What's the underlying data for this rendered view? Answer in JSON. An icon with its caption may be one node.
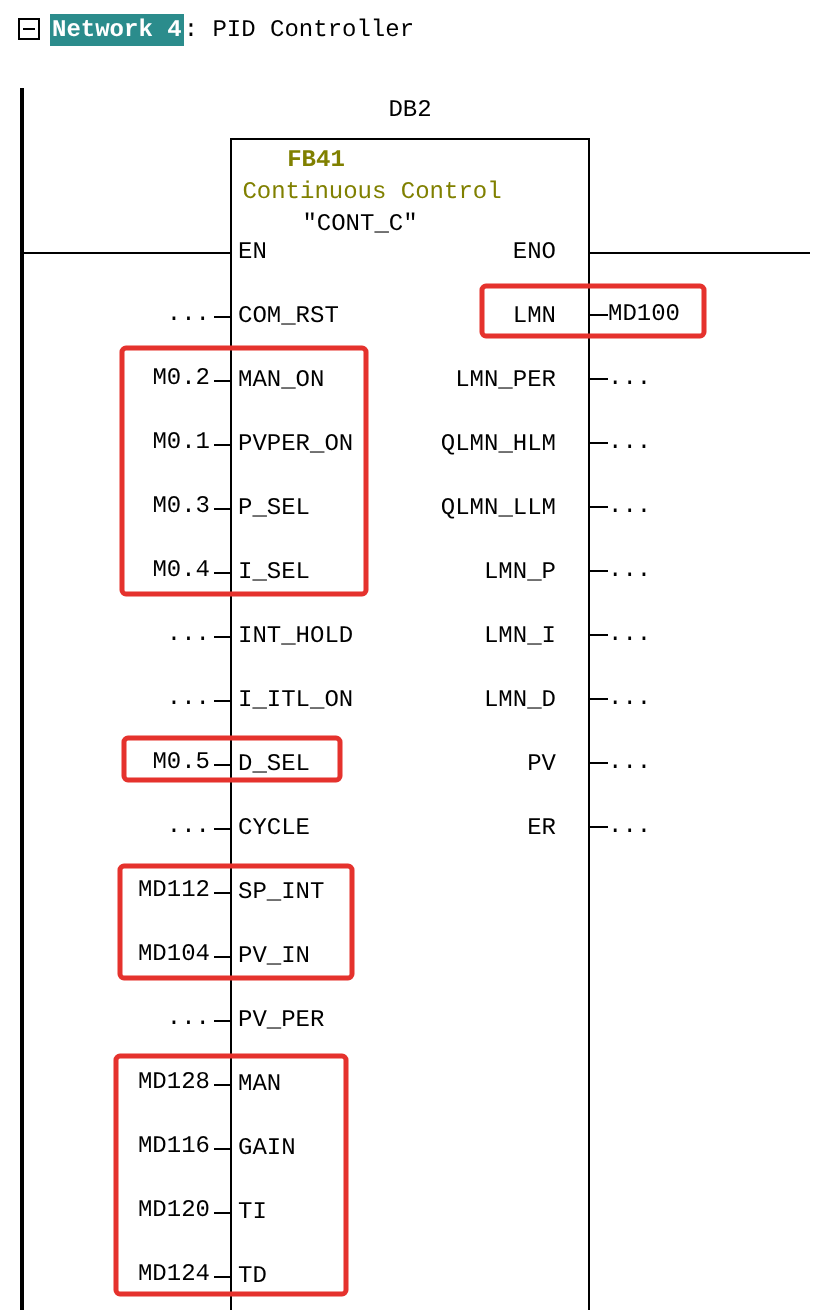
{
  "diagram": {
    "nodes": [
      {
        "text": [],
        "shape": "bar"
      },
      {
        "text": [
          "FB41",
          "Continuous Control",
          "″CONT_C″"
        ],
        "beside": [
          "DB2"
        ]
      },
      {
        "text": [
          "EN"
        ],
        "in": 1
      },
      {
        "text": [
          "ENO"
        ],
        "in": 1
      },
      {
        "text": [
          "..."
        ]
      },
      {
        "text": [
          "COM_RST"
        ],
        "in": 1
      },
      {
        "text": [
          "LMN"
        ],
        "in": 1
      },
      {
        "text": [
          "MD100"
        ]
      },
      {
        "text": [
          "M0.2"
        ]
      },
      {
        "text": [
          "MAN_ON"
        ],
        "in": 1
      },
      {
        "text": [
          "LMN_PER"
        ],
        "in": 1
      },
      {
        "text": [
          "..."
        ]
      },
      {
        "text": [
          "M0.1"
        ]
      },
      {
        "text": [
          "PVPER_ON"
        ],
        "in": 1
      },
      {
        "text": [
          "QLMN_HLM"
        ],
        "in": 1
      },
      {
        "text": [
          "..."
        ]
      },
      {
        "text": [
          "M0.3"
        ]
      },
      {
        "text": [
          "P_SEL"
        ],
        "in": 1
      },
      {
        "text": [
          "QLMN_LLM"
        ],
        "in": 1
      },
      {
        "text": [
          "..."
        ]
      },
      {
        "text": [
          "M0.4"
        ]
      },
      {
        "text": [
          "I_SEL"
        ],
        "in": 1
      },
      {
        "text": [
          "LMN_P"
        ],
        "in": 1
      },
      {
        "text": [
          "..."
        ]
      },
      {
        "text": [
          "..."
        ]
      },
      {
        "text": [
          "INT_HOLD"
        ],
        "in": 1
      },
      {
        "text": [
          "LMN_I"
        ],
        "in": 1
      },
      {
        "text": [
          "..."
        ]
      },
      {
        "text": [
          "..."
        ]
      },
      {
        "text": [
          "I_ITL_ON"
        ],
        "in": 1
      },
      {
        "text": [
          "LMN_D"
        ],
        "in": 1
      },
      {
        "text": [
          "..."
        ]
      },
      {
        "text": [
          "M0.5"
        ]
      },
      {
        "text": [
          "D_SEL"
        ],
        "in": 1
      },
      {
        "text": [
          "PV"
        ],
        "in": 1
      },
      {
        "text": [
          "..."
        ]
      },
      {
        "text": [
          "..."
        ]
      },
      {
        "text": [
          "CYCLE"
        ],
        "in": 1
      },
      {
        "text": [
          "ER"
        ],
        "in": 1
      },
      {
        "text": [
          "..."
        ]
      },
      {
        "text": [
          "MD112"
        ]
      },
      {
        "text": [
          "SP_INT"
        ],
        "in": 1
      },
      {
        "text": [
          "MD104"
        ]
      },
      {
        "text": [
          "PV_IN"
        ],
        "in": 1
      },
      {
        "text": [
          "..."
        ]
      },
      {
        "text": [
          "PV_PER"
        ],
        "in": 1
      },
      {
        "text": [
          "MD128"
        ]
      },
      {
        "text": [
          "MAN"
        ],
        "in": 1
      },
      {
        "text": [
          "MD116"
        ]
      },
      {
        "text": [
          "GAIN"
        ],
        "in": 1
      },
      {
        "text": [
          "MD120"
        ]
      },
      {
        "text": [
          "TI"
        ],
        "in": 1
      },
      {
        "text": [
          "MD124"
        ]
      },
      {
        "text": [
          "TD"
        ],
        "in": 1
      }
    ],
    "edges": [
      {
        "from": 0,
        "to": 2,
        "arrow": "none"
      },
      {
        "from": 3,
        "to": null,
        "arrow": "none"
      },
      {
        "from": 4,
        "to": 5,
        "arrow": "none"
      },
      {
        "from": 6,
        "to": 7,
        "arrow": "none"
      },
      {
        "from": 8,
        "to": 9,
        "arrow": "none"
      },
      {
        "from": 10,
        "to": 11,
        "arrow": "none"
      },
      {
        "from": 12,
        "to": 13,
        "arrow": "none"
      },
      {
        "from": 14,
        "to": 15,
        "arrow": "none"
      },
      {
        "from": 16,
        "to": 17,
        "arrow": "none"
      },
      {
        "from": 18,
        "to": 19,
        "arrow": "none"
      },
      {
        "from": 20,
        "to": 21,
        "arrow": "none"
      },
      {
        "from": 22,
        "to": 23,
        "arrow": "none"
      },
      {
        "from": 24,
        "to": 25,
        "arrow": "none"
      },
      {
        "from": 26,
        "to": 27,
        "arrow": "none"
      },
      {
        "from": 28,
        "to": 29,
        "arrow": "none"
      },
      {
        "from": 30,
        "to": 31,
        "arrow": "none"
      },
      {
        "from": 32,
        "to": 33,
        "arrow": "none"
      },
      {
        "from": 34,
        "to": 35,
        "arrow": "none"
      },
      {
        "from": 36,
        "to": 37,
        "arrow": "none"
      },
      {
        "from": 38,
        "to": 39,
        "arrow": "none"
      },
      {
        "from": 40,
        "to": 41,
        "arrow": "none"
      },
      {
        "from": 42,
        "to": 43,
        "arrow": "none"
      },
      {
        "from": 44,
        "to": 45,
        "arrow": "none"
      },
      {
        "from": 46,
        "to": 47,
        "arrow": "none"
      },
      {
        "from": 48,
        "to": 49,
        "arrow": "none"
      },
      {
        "from": 50,
        "to": 51,
        "arrow": "none"
      },
      {
        "from": 52,
        "to": 53,
        "arrow": "none"
      }
    ],
    "labels": [
      "Network 4",
      ": PID Controller"
    ]
  }
}
